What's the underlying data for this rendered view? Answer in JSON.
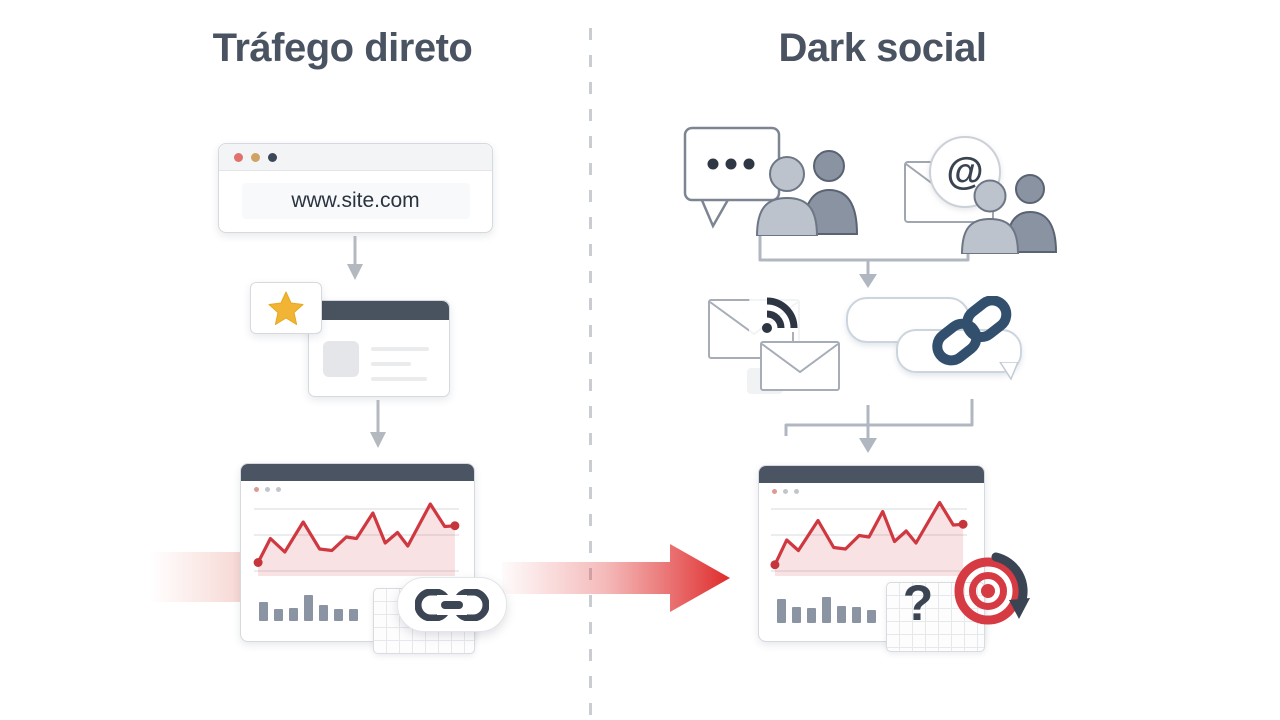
{
  "diagram": {
    "left": {
      "title": "Tráfego direto",
      "browser_url": "www.site.com",
      "icons": [
        "browser-window",
        "bookmark-star",
        "webpage-card",
        "analytics-dashboard",
        "spreadsheet-grid",
        "link-chain-pill"
      ]
    },
    "right": {
      "title": "Dark social",
      "at_symbol": "@",
      "question_mark": "?",
      "icons": [
        "chat-bubble-ellipsis",
        "people-pair",
        "envelope-at",
        "people-pair",
        "envelopes",
        "wifi-signal",
        "chat-pills",
        "link-chain",
        "analytics-dashboard",
        "spreadsheet-grid",
        "retargeting-bullseye"
      ]
    }
  },
  "dashboards": {
    "left": {
      "line_points": [
        [
          2,
          82
        ],
        [
          8,
          50
        ],
        [
          15,
          68
        ],
        [
          24,
          28
        ],
        [
          32,
          64
        ],
        [
          38,
          66
        ],
        [
          45,
          48
        ],
        [
          50,
          50
        ],
        [
          58,
          16
        ],
        [
          64,
          56
        ],
        [
          70,
          42
        ],
        [
          75,
          60
        ],
        [
          86,
          4
        ],
        [
          93,
          34
        ],
        [
          98,
          33
        ]
      ],
      "bars": [
        64,
        40,
        43,
        88,
        55,
        40,
        40
      ]
    },
    "right": {
      "line_points": [
        [
          2,
          85
        ],
        [
          8,
          52
        ],
        [
          14,
          66
        ],
        [
          24,
          26
        ],
        [
          32,
          62
        ],
        [
          38,
          64
        ],
        [
          45,
          46
        ],
        [
          50,
          48
        ],
        [
          57,
          14
        ],
        [
          63,
          54
        ],
        [
          69,
          40
        ],
        [
          74,
          56
        ],
        [
          86,
          2
        ],
        [
          93,
          32
        ],
        [
          98,
          31
        ]
      ],
      "bars": [
        80,
        52,
        50,
        88,
        58,
        52,
        42
      ]
    }
  },
  "colors": {
    "title_text": "#4a5361",
    "accent_red": "#d63a42",
    "arrow_red": "#df2b2b",
    "slate_header": "#49525f",
    "icon_dark": "#2f3744",
    "link_navy": "#32506e",
    "star_yellow": "#f2b434",
    "connector_gray": "#b1b7c0",
    "person_light": "#bdc3cc",
    "person_dark": "#8a93a2",
    "browser_dots": [
      "#e0716d",
      "#d0a266",
      "#3c4759"
    ]
  }
}
